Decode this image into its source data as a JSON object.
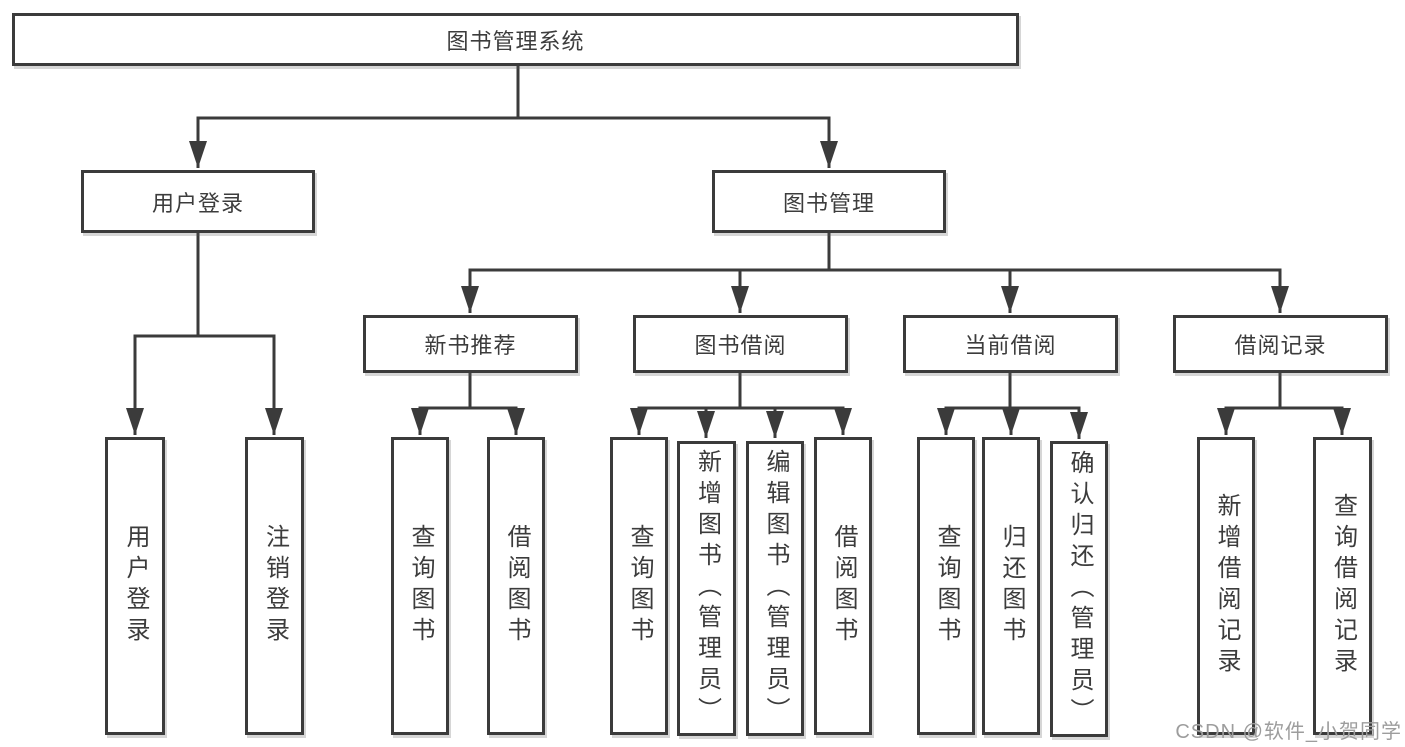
{
  "diagram": {
    "type": "hierarchy",
    "root": {
      "label": "图书管理系统"
    },
    "level2": {
      "user_login": {
        "label": "用户登录",
        "children": [
          "用户登录",
          "注销登录"
        ]
      },
      "book_management": {
        "label": "图书管理",
        "modules": {
          "new_book_recommend": {
            "label": "新书推荐",
            "children": [
              "查询图书",
              "借阅图书"
            ]
          },
          "book_borrow": {
            "label": "图书借阅",
            "children": [
              "查询图书",
              "新增图书（管理员）",
              "编辑图书（管理员）",
              "借阅图书"
            ]
          },
          "current_borrow": {
            "label": "当前借阅",
            "children": [
              "查询图书",
              "归还图书",
              "确认归还（管理员）"
            ]
          },
          "borrow_records": {
            "label": "借阅记录",
            "children": [
              "新增借阅记录",
              "查询借阅记录"
            ]
          }
        }
      }
    },
    "watermark": "CSDN @软件_小贺同学",
    "colors": {
      "line": "#3b3b3b",
      "text": "#3c3c3c",
      "background": "#ffffff",
      "watermark": "#9d9d9d"
    }
  }
}
